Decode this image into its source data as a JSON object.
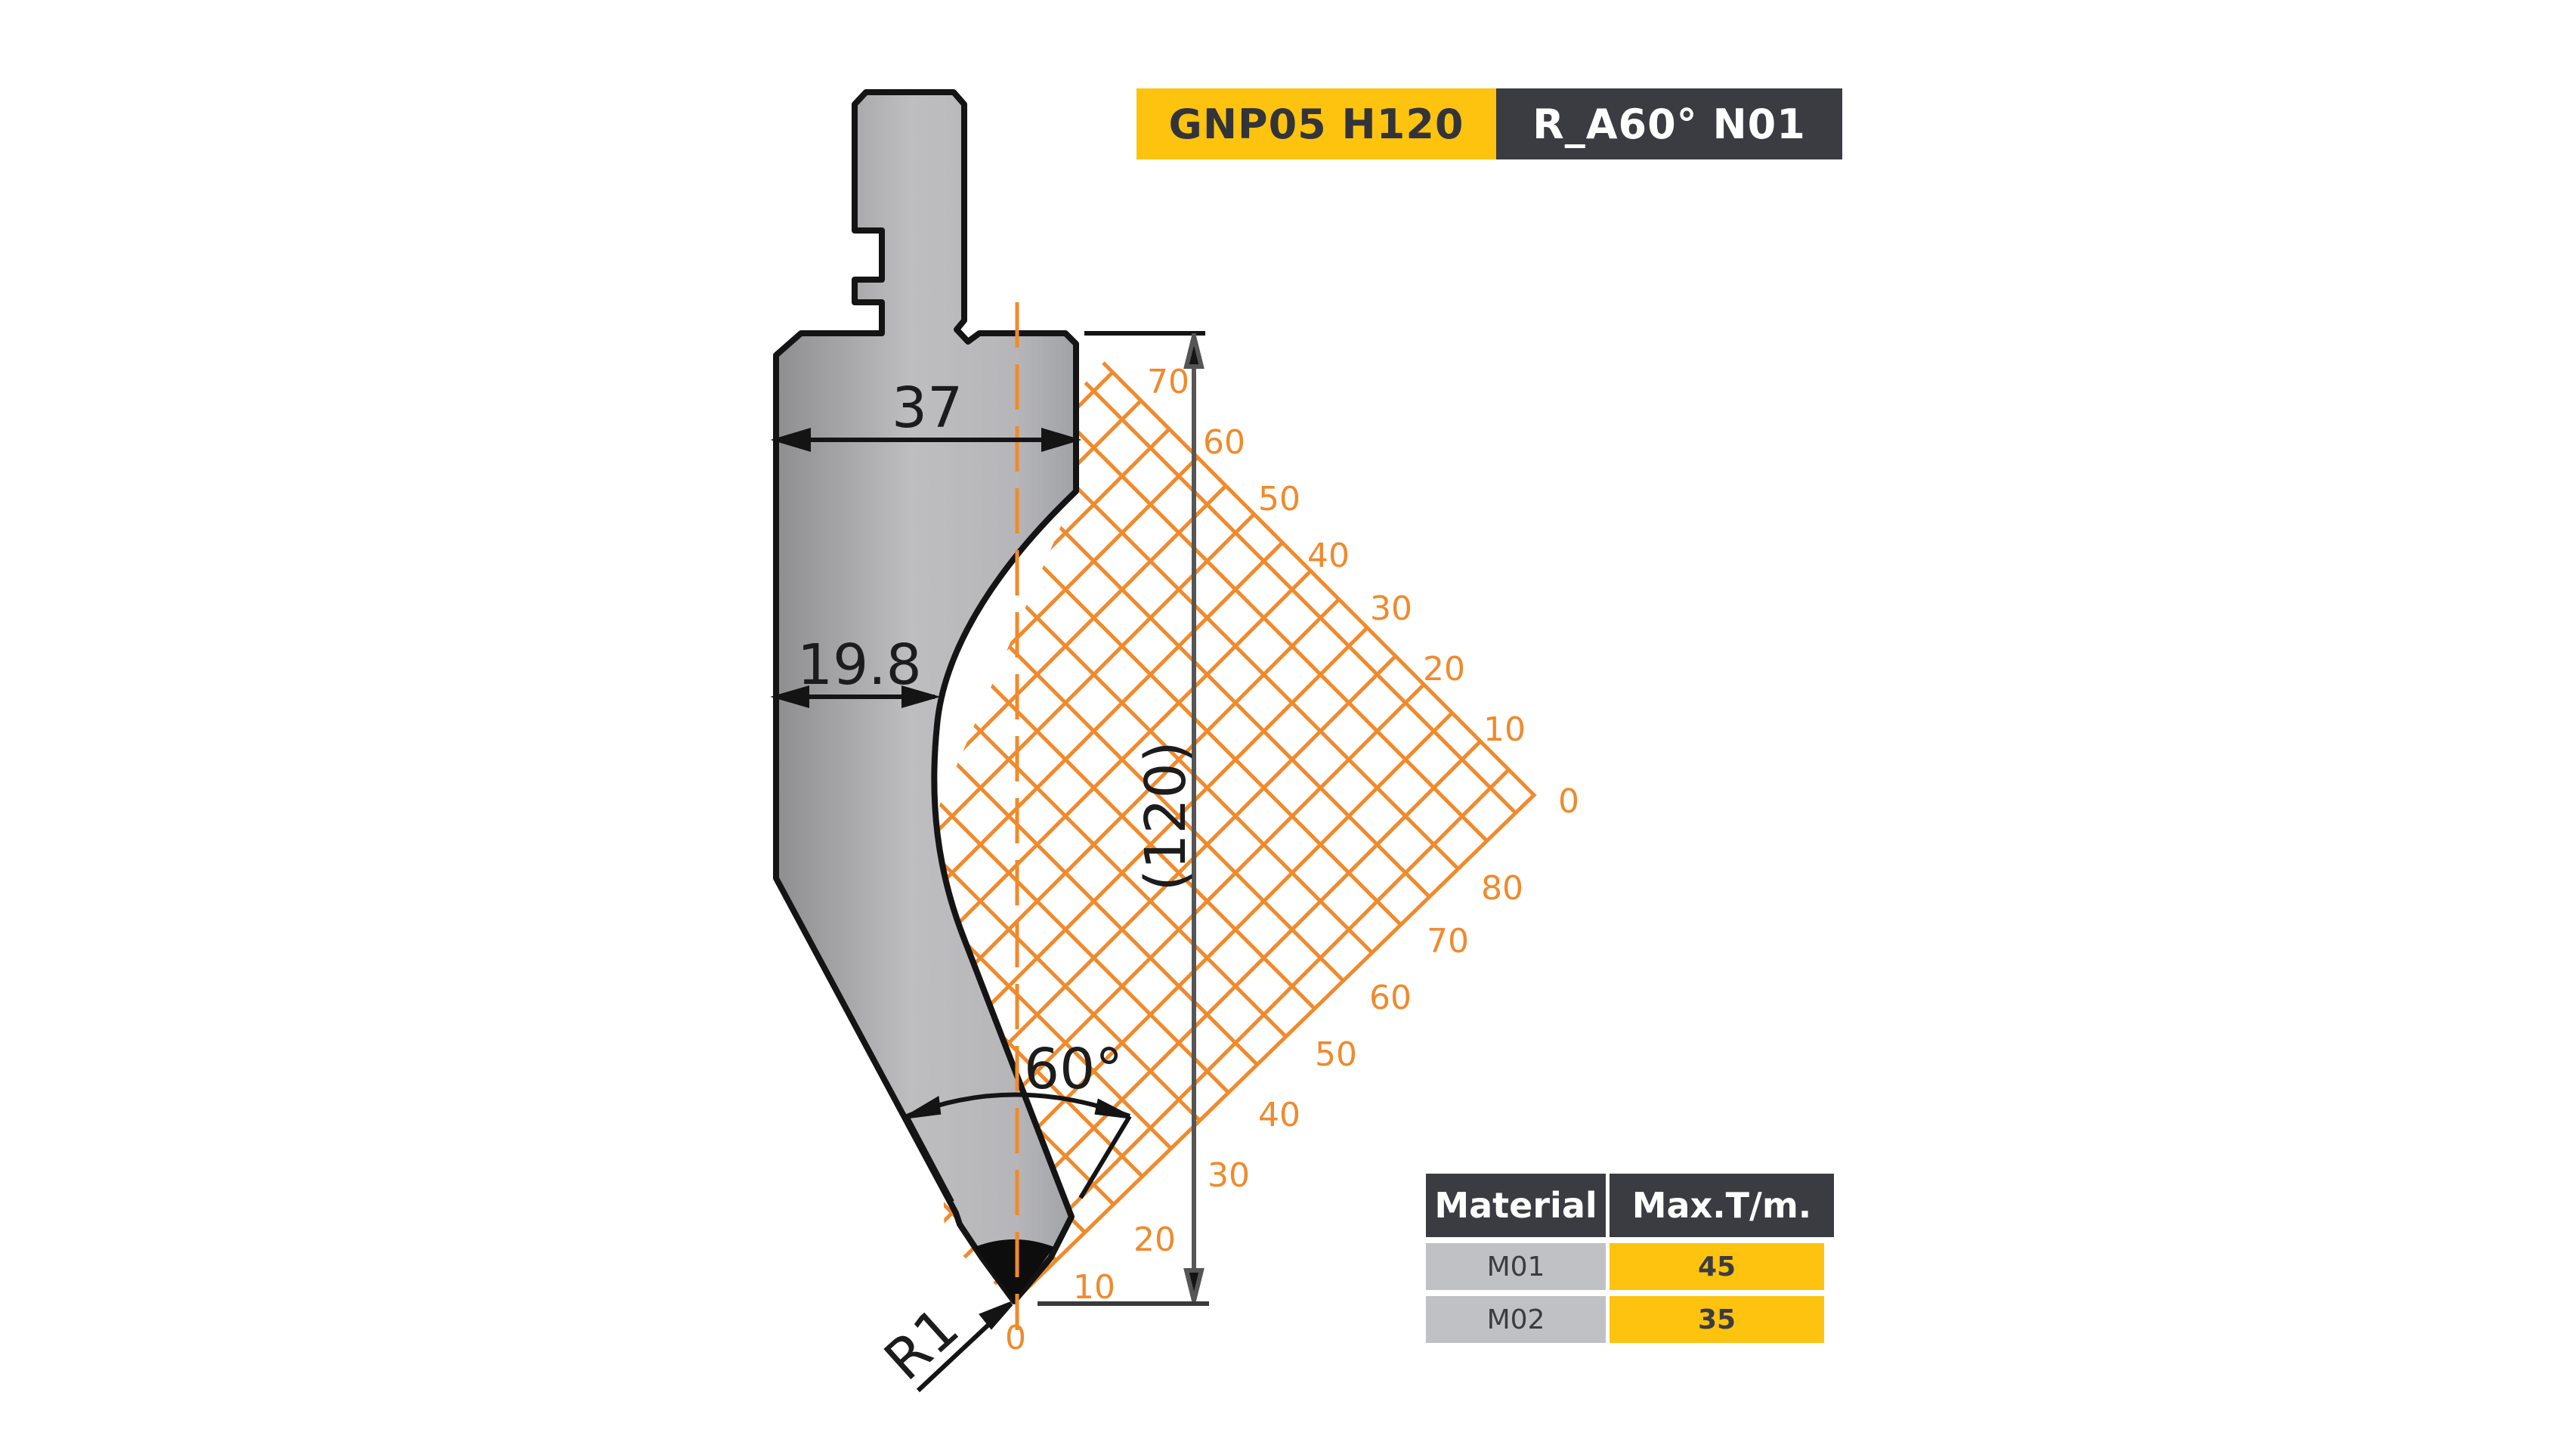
{
  "title_badge": {
    "code": "GNP05 H120",
    "spec": "R_A60° N01"
  },
  "colors": {
    "accent_yellow": "#fdc30f",
    "dark": "#3b3c42",
    "grid_orange": "#f08a2c",
    "tool_gray": "#b4b5b8",
    "row_gray": "#bfc1c4"
  },
  "dimensions": {
    "width_top": "37",
    "width_neck": "19.8",
    "height": "(120)",
    "angle": "60°",
    "radius": "R1"
  },
  "grid_labels": {
    "upper_edge": [
      "70",
      "60",
      "50",
      "40",
      "30",
      "20",
      "10",
      "0"
    ],
    "lower_edge": [
      "80",
      "70",
      "60",
      "50",
      "40",
      "30",
      "20",
      "10",
      "0"
    ]
  },
  "table": {
    "headers": [
      "Material",
      "Max.T/m."
    ],
    "rows": [
      {
        "material": "M01",
        "max": "45"
      },
      {
        "material": "M02",
        "max": "35"
      }
    ]
  }
}
